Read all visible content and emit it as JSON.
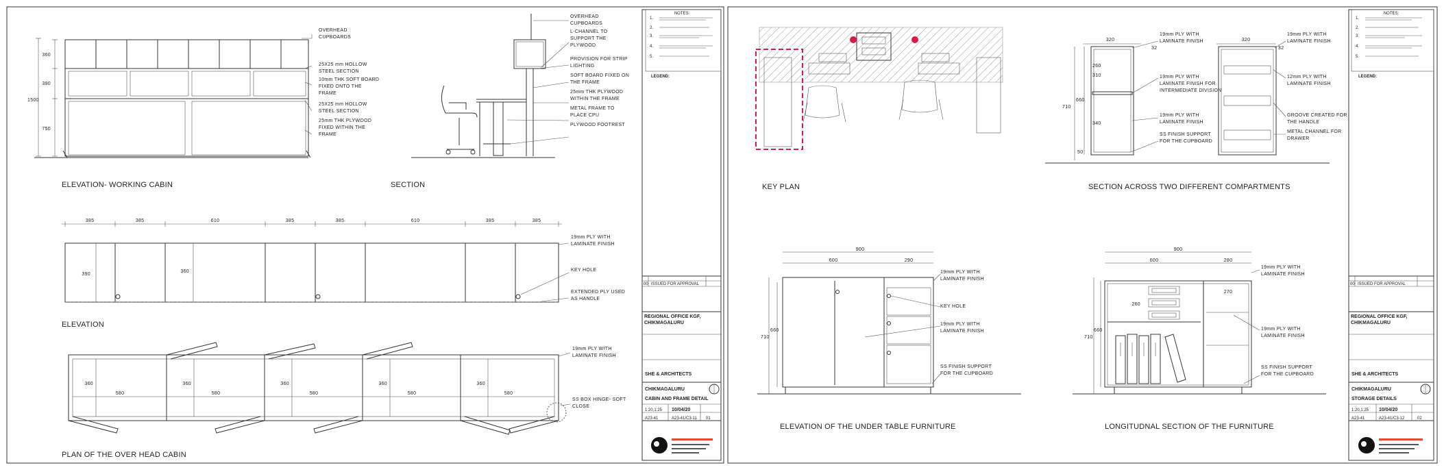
{
  "sheet1": {
    "elevation_cabin": {
      "caption": "ELEVATION- WORKING CABIN",
      "dims": [
        "360",
        "390",
        "750",
        "1500"
      ],
      "notes": [
        "OVERHEAD CUPBOARDS",
        "25X25 mm HOLLOW STEEL SECTION",
        "10mm THK SOFT BOARD FIXED ONTO THE FRAME",
        "25X25 mm HOLLOW STEEL SECTION",
        "25mm THK PLYWOOD FIXED WITHIN THE FRAME"
      ]
    },
    "section": {
      "caption": "SECTION",
      "notes": [
        "OVERHEAD CUPBOARDS",
        "L-CHANNEL TO SUPPORT THE PLYWOOD",
        "PROVISION FOR STRIP LIGHTING",
        "SOFT BOARD FIXED ON THE FRAME",
        "25mm THK PLYWOOD WITHIN THE FRAME",
        "METAL FRAME TO PLACE CPU",
        "PLYWOOD FOOTREST"
      ]
    },
    "elevation": {
      "caption": "ELEVATION",
      "widths": [
        "385",
        "385",
        "610",
        "385",
        "385",
        "610",
        "385",
        "385"
      ],
      "dims": [
        "390",
        "360"
      ],
      "notes": [
        "19mm PLY WITH LAMINATE FINISH",
        "KEY HOLE",
        "EXTENDED PLY USED AS HANDLE"
      ]
    },
    "plan": {
      "caption": "PLAN OF THE OVER HEAD CABIN",
      "depths": [
        "360",
        "360",
        "360",
        "360",
        "360"
      ],
      "widths": [
        "580",
        "580",
        "580",
        "580",
        "580"
      ],
      "notes": [
        "19mm PLY WITH LAMINATE FINISH",
        "SS BOX HINGE- SOFT CLOSE"
      ]
    },
    "titleblock": {
      "notes_title": "NOTES:",
      "notes": [
        "1.",
        "2.",
        "3.",
        "4.",
        "5."
      ],
      "legend": "LEGEND:",
      "rev_row": "ISSUED FOR APPROVAL",
      "rev_no": "00",
      "project": "REGIONAL OFFICE KGF, CHIKMAGALURU",
      "architect": "SHE & ARCHITECTS",
      "drawing_label": "CHIKMAGALURU",
      "drawing_title": "CABIN AND FRAME DETAIL",
      "scale": "1:20,1:25",
      "date": "10/04/20",
      "sheet_no": "A23-41",
      "dwg_code": "A23-41/C3-11",
      "page": "01"
    }
  },
  "sheet2": {
    "keyplan": {
      "caption": "KEY PLAN"
    },
    "section_compartments": {
      "caption": "SECTION ACROSS TWO DIFFERENT COMPARTMENTS",
      "dims": [
        "320",
        "32",
        "260",
        "310",
        "340",
        "710",
        "660",
        "50",
        "320",
        "32"
      ],
      "notes": [
        "19mm PLY WITH LAMINATE FINISH",
        "19mm PLY WITH LAMINATE FINISH FOR INTERMEDIATE DIVISION",
        "19mm PLY WITH LAMINATE FINISH",
        "SS FINISH SUPPORT FOR THE CUPBOARD",
        "19mm PLY WITH LAMINATE FINISH",
        "12mm PLY WITH LAMINATE FINISH",
        "GROOVE CREATED FOR THE HANDLE",
        "METAL CHANNEL FOR DRAWER"
      ]
    },
    "under_table": {
      "caption": "ELEVATION OF THE UNDER TABLE FURNITURE",
      "dims": [
        "900",
        "600",
        "290",
        "710",
        "660"
      ],
      "notes": [
        "19mm PLY WITH LAMINATE FINISH",
        "KEY HOLE",
        "19mm PLY WITH LAMINATE FINISH",
        "SS FINISH SUPPORT FOR THE CUPBOARD"
      ]
    },
    "longitudinal": {
      "caption": "LONGITUDNAL SECTION OF THE FURNITURE",
      "dims": [
        "900",
        "600",
        "280",
        "260",
        "270",
        "710",
        "660"
      ],
      "notes": [
        "19mm PLY WITH LAMINATE FINISH",
        "19mm PLY WITH LAMINATE FINISH",
        "SS FINISH SUPPORT FOR THE CUPBOARD"
      ]
    },
    "titleblock": {
      "notes_title": "NOTES:",
      "notes": [
        "1.",
        "2.",
        "3.",
        "4.",
        "5."
      ],
      "legend": "LEGEND:",
      "rev_row": "ISSUED FOR APPROVAL",
      "rev_no": "00",
      "project": "REGIONAL OFFICE KGF, CHIKMAGALURU",
      "architect": "SHE & ARCHITECTS",
      "drawing_label": "CHIKMAGALURU",
      "drawing_title": "STORAGE DETAILS",
      "scale": "1:20,1:25",
      "date": "10/04/20",
      "sheet_no": "A23-41",
      "dwg_code": "A23-41/C3-12",
      "page": "02"
    }
  },
  "colors": {
    "line": "#333333",
    "keyplan_marker": "#d81b4a",
    "hatch": "#9a9a9a"
  },
  "icons": [
    "north-arrow-icon",
    "logo-icon"
  ]
}
